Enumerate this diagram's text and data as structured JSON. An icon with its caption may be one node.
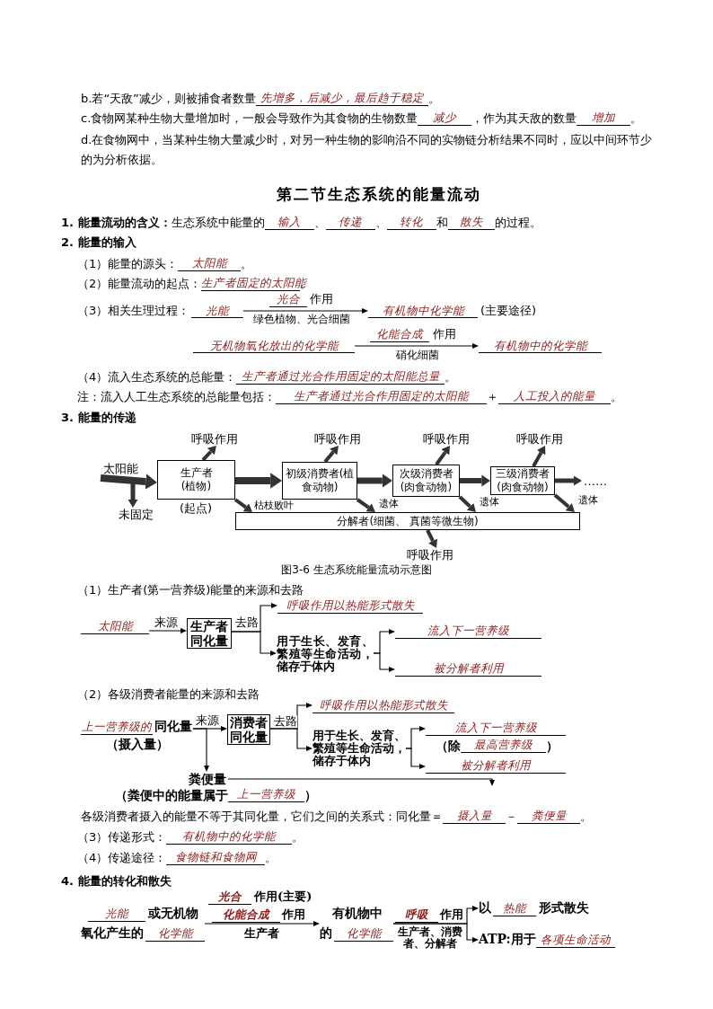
{
  "diagram": {
    "title": "第二节生态系统的能量流动",
    "caption": "图3-6 生态系统能量流动示意图",
    "nodes": [
      {
        "text": [
          "光能"
        ]
      },
      {
        "text": [
          "有机物中化学能"
        ]
      },
      {
        "text": [
          "无机物氧化放出的化学能"
        ]
      },
      {
        "text": [
          "有机物中的化学能"
        ]
      },
      {
        "text": [
          "太阳能"
        ]
      },
      {
        "text": [
          "生产者(植物)"
        ],
        "beside": [
          "(起点)"
        ]
      },
      {
        "text": [
          "初级消费者(植食动物)"
        ]
      },
      {
        "text": [
          "次级消费者(肉食动物)"
        ]
      },
      {
        "text": [
          "三级消费者(肉食动物)"
        ]
      },
      {
        "text": [
          "……"
        ]
      },
      {
        "text": [
          "未固定"
        ]
      },
      {
        "text": [
          "呼吸作用"
        ]
      },
      {
        "text": [
          "呼吸作用"
        ]
      },
      {
        "text": [
          "呼吸作用"
        ]
      },
      {
        "text": [
          "呼吸作用"
        ]
      },
      {
        "text": [
          "分解者(细菌、 真菌等微生物)"
        ]
      },
      {
        "text": [
          "呼吸作用"
        ]
      },
      {
        "text": [
          "太阳能"
        ]
      },
      {
        "text": [
          "生产者同化量"
        ]
      },
      {
        "text": [
          "呼吸作用以热能形式散失"
        ]
      },
      {
        "text": [
          "用于生长、发育、繁殖等生命活动，储存于体内"
        ]
      },
      {
        "text": [
          "流入下一营养级"
        ]
      },
      {
        "text": [
          "被分解者利用"
        ]
      },
      {
        "text": [
          "上一营养级的",
          "同化量",
          "（摄入量）"
        ]
      },
      {
        "text": [
          "消费者同化量"
        ]
      },
      {
        "text": [
          "呼吸作用以热能形式散失"
        ]
      },
      {
        "text": [
          "用于生长、发育、繁殖等生命活动，储存于体内"
        ]
      },
      {
        "text": [
          "流入下一营养级"
        ],
        "beside": [
          "（除",
          "最高营养级",
          "）"
        ]
      },
      {
        "text": [
          "被分解者利用"
        ]
      },
      {
        "text": [
          "粪便量"
        ],
        "beside": [
          "（粪便中的能量属于",
          "上一营养级",
          "）"
        ]
      },
      {
        "text": [
          "光能",
          "或无机物",
          "氧化产生的",
          "化学能"
        ]
      },
      {
        "text": [
          "有机物中",
          "的",
          "化学能"
        ]
      },
      {
        "text": [
          "以",
          "热能",
          "形式散失"
        ]
      },
      {
        "text": [
          "ATP:用于",
          "各项生命活动"
        ]
      }
    ],
    "edges": [
      {
        "from": 0,
        "to": 1,
        "arrow": "to",
        "label": "绿色植物、光合细菌"
      },
      {
        "from": 2,
        "to": 3,
        "arrow": "to",
        "label": "硝化细菌"
      },
      {
        "from": 4,
        "to": 5,
        "arrow": "to",
        "style": "thick"
      },
      {
        "from": 4,
        "to": 10,
        "arrow": "to",
        "style": "thick"
      },
      {
        "from": 5,
        "to": 6,
        "arrow": "to",
        "style": "thick"
      },
      {
        "from": 6,
        "to": 7,
        "arrow": "to",
        "style": "thick"
      },
      {
        "from": 7,
        "to": 8,
        "arrow": "to",
        "style": "thick"
      },
      {
        "from": 8,
        "to": 9,
        "arrow": "to",
        "style": "thick"
      },
      {
        "from": 5,
        "to": 11,
        "arrow": "to",
        "style": "thick"
      },
      {
        "from": 6,
        "to": 12,
        "arrow": "to",
        "style": "thick"
      },
      {
        "from": 7,
        "to": 13,
        "arrow": "to",
        "style": "thick"
      },
      {
        "from": 8,
        "to": 14,
        "arrow": "to",
        "style": "thick"
      },
      {
        "from": 5,
        "to": 15,
        "arrow": "to",
        "style": "thick",
        "label": "枯枝败叶"
      },
      {
        "from": 6,
        "to": 15,
        "arrow": "to",
        "style": "thick",
        "label": "遗体"
      },
      {
        "from": 7,
        "to": 15,
        "arrow": "to",
        "style": "thick",
        "label": "遗体"
      },
      {
        "from": 8,
        "to": 15,
        "arrow": "to",
        "style": "thick",
        "label": "遗体"
      },
      {
        "from": 15,
        "to": 16,
        "arrow": "to",
        "style": "thick"
      },
      {
        "from": 17,
        "to": 18,
        "arrow": "to",
        "label": "来源"
      },
      {
        "from": 18,
        "to": 19,
        "arrow": "to",
        "label": "去路"
      },
      {
        "from": 18,
        "to": 20,
        "arrow": "to"
      },
      {
        "from": 20,
        "to": 21,
        "arrow": "to"
      },
      {
        "from": 20,
        "to": 22,
        "arrow": "to"
      },
      {
        "from": 23,
        "to": 24,
        "arrow": "to",
        "label": "来源"
      },
      {
        "from": 23,
        "to": 29,
        "arrow": "to"
      },
      {
        "from": 24,
        "to": 25,
        "arrow": "to",
        "label": "去路"
      },
      {
        "from": 24,
        "to": 26,
        "arrow": "to"
      },
      {
        "from": 26,
        "to": 27,
        "arrow": "to"
      },
      {
        "from": 26,
        "to": 28,
        "arrow": "to"
      },
      {
        "from": 29,
        "to": 28,
        "arrow": "to"
      },
      {
        "from": 30,
        "to": 31,
        "arrow": "to",
        "label": "生产者"
      },
      {
        "from": 31,
        "to": 32,
        "arrow": "to",
        "label": "生产者、消费者、分解者"
      },
      {
        "from": 31,
        "to": 33,
        "arrow": "to"
      }
    ],
    "labels": [
      "b.若“天敌”减少，则被捕食者数量",
      "先增多，后减少，最后趋于稳定",
      "。",
      "c.食物网某种生物大量增加时，一般会导致作为其食物的生物数量",
      "减少",
      "，作为其天敌的数量",
      "增加",
      "。",
      "d.在食物网中，当某种生物大量减少时，对另一种生物的影响沿不同的实物链分析结果不同时，应以中间环节少的为分析依据。",
      "1. 能量流动的含义：",
      "生态系统中能量的",
      "输入",
      "、",
      "传递",
      "、",
      "转化",
      "和",
      "散失",
      "的过程。",
      "2. 能量的输入",
      "（1）能量的源头：",
      "太阳能",
      "。",
      "（2）能量流动的起点：",
      "生产者固定的太阳能",
      "。",
      "（3）相关生理过程：",
      "光合",
      "作用",
      "(主要途径)",
      "化能合成",
      "作用",
      "（4）流入生态系统的总能量：",
      "生产者通过光合作用固定的太阳能总量",
      "。",
      "注：流入人工生态系统的总能量包括：",
      "生产者通过光合作用固定的太阳能",
      "＋",
      "人工投入的能量",
      "。",
      "3. 能量的传递",
      "（1）生产者(第一营养级)能量的来源和去路",
      "（2）各级消费者能量的来源和去路",
      "各级消费者摄入的能量不等于其同化量，它们之间的关系式：同化量＝",
      "摄入量",
      "－",
      "粪便量",
      "。",
      "（3）传递形式：",
      "有机物中的化学能",
      "。",
      "（4）传递途径：",
      "食物链和食物网",
      "。",
      "4. 能量的转化和散失",
      "光合",
      "作用(主要)",
      "化能合成",
      "作用",
      "呼吸",
      "作用"
    ]
  }
}
